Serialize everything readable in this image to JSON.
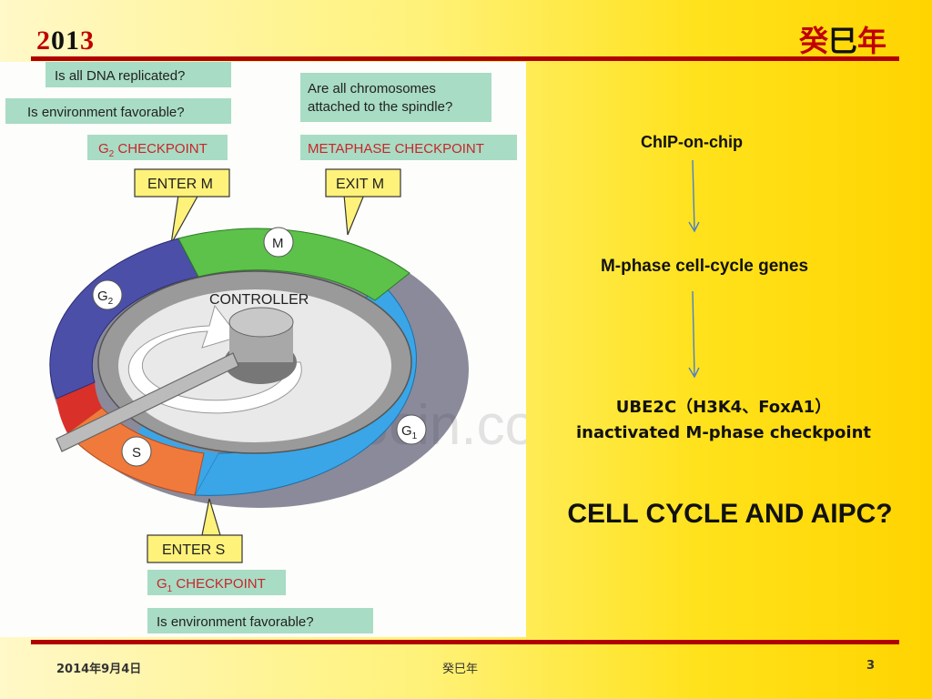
{
  "header": {
    "year_prefix": "2",
    "year_mid": "01",
    "year_suffix": "3",
    "cn_title_a": "癸",
    "cn_title_b": "巳",
    "cn_title_c": "年"
  },
  "figure": {
    "q_dna": "Is all DNA replicated?",
    "q_env_top": "Is environment favorable?",
    "q_chrom_1": "Are all chromosomes",
    "q_chrom_2": "attached to the spindle?",
    "g2_checkpoint_a": "G",
    "g2_checkpoint_sub": "2",
    "g2_checkpoint_b": " CHECKPOINT",
    "metaphase_checkpoint": "METAPHASE CHECKPOINT",
    "enter_m": "ENTER M",
    "exit_m": "EXIT M",
    "phase_m": "M",
    "phase_g2": "G",
    "phase_g2_sub": "2",
    "phase_s": "S",
    "phase_g1": "G",
    "phase_g1_sub": "1",
    "controller": "CONTROLLER",
    "enter_s": "ENTER S",
    "g1_checkpoint_a": "G",
    "g1_checkpoint_sub": "1",
    "g1_checkpoint_b": " CHECKPOINT",
    "q_env_bottom": "Is environment favorable?",
    "watermark": "www.docin.com"
  },
  "flow": {
    "step1": "ChIP-on-chip",
    "step2": "M-phase cell-cycle genes",
    "step3_line1": "UBE2C（H3K4、FoxA1）",
    "step3_line2": "inactivated M-phase checkpoint",
    "question": "CELL CYCLE AND AIPC?",
    "arrow_color": "#4a7fc8"
  },
  "footer": {
    "date": "2014年9月4日",
    "center": "癸巳年",
    "page": "3"
  },
  "colors": {
    "accent_red": "#c00000",
    "rule": "#b00000",
    "m_green": "#5cc24a",
    "g2_blue": "#4b4fa8",
    "g1_blue": "#3aa6e8",
    "s_orange": "#f07a3c",
    "s_red": "#d9302a",
    "label_bg": "#a8dcc4",
    "callout_bg": "#fff27a"
  }
}
